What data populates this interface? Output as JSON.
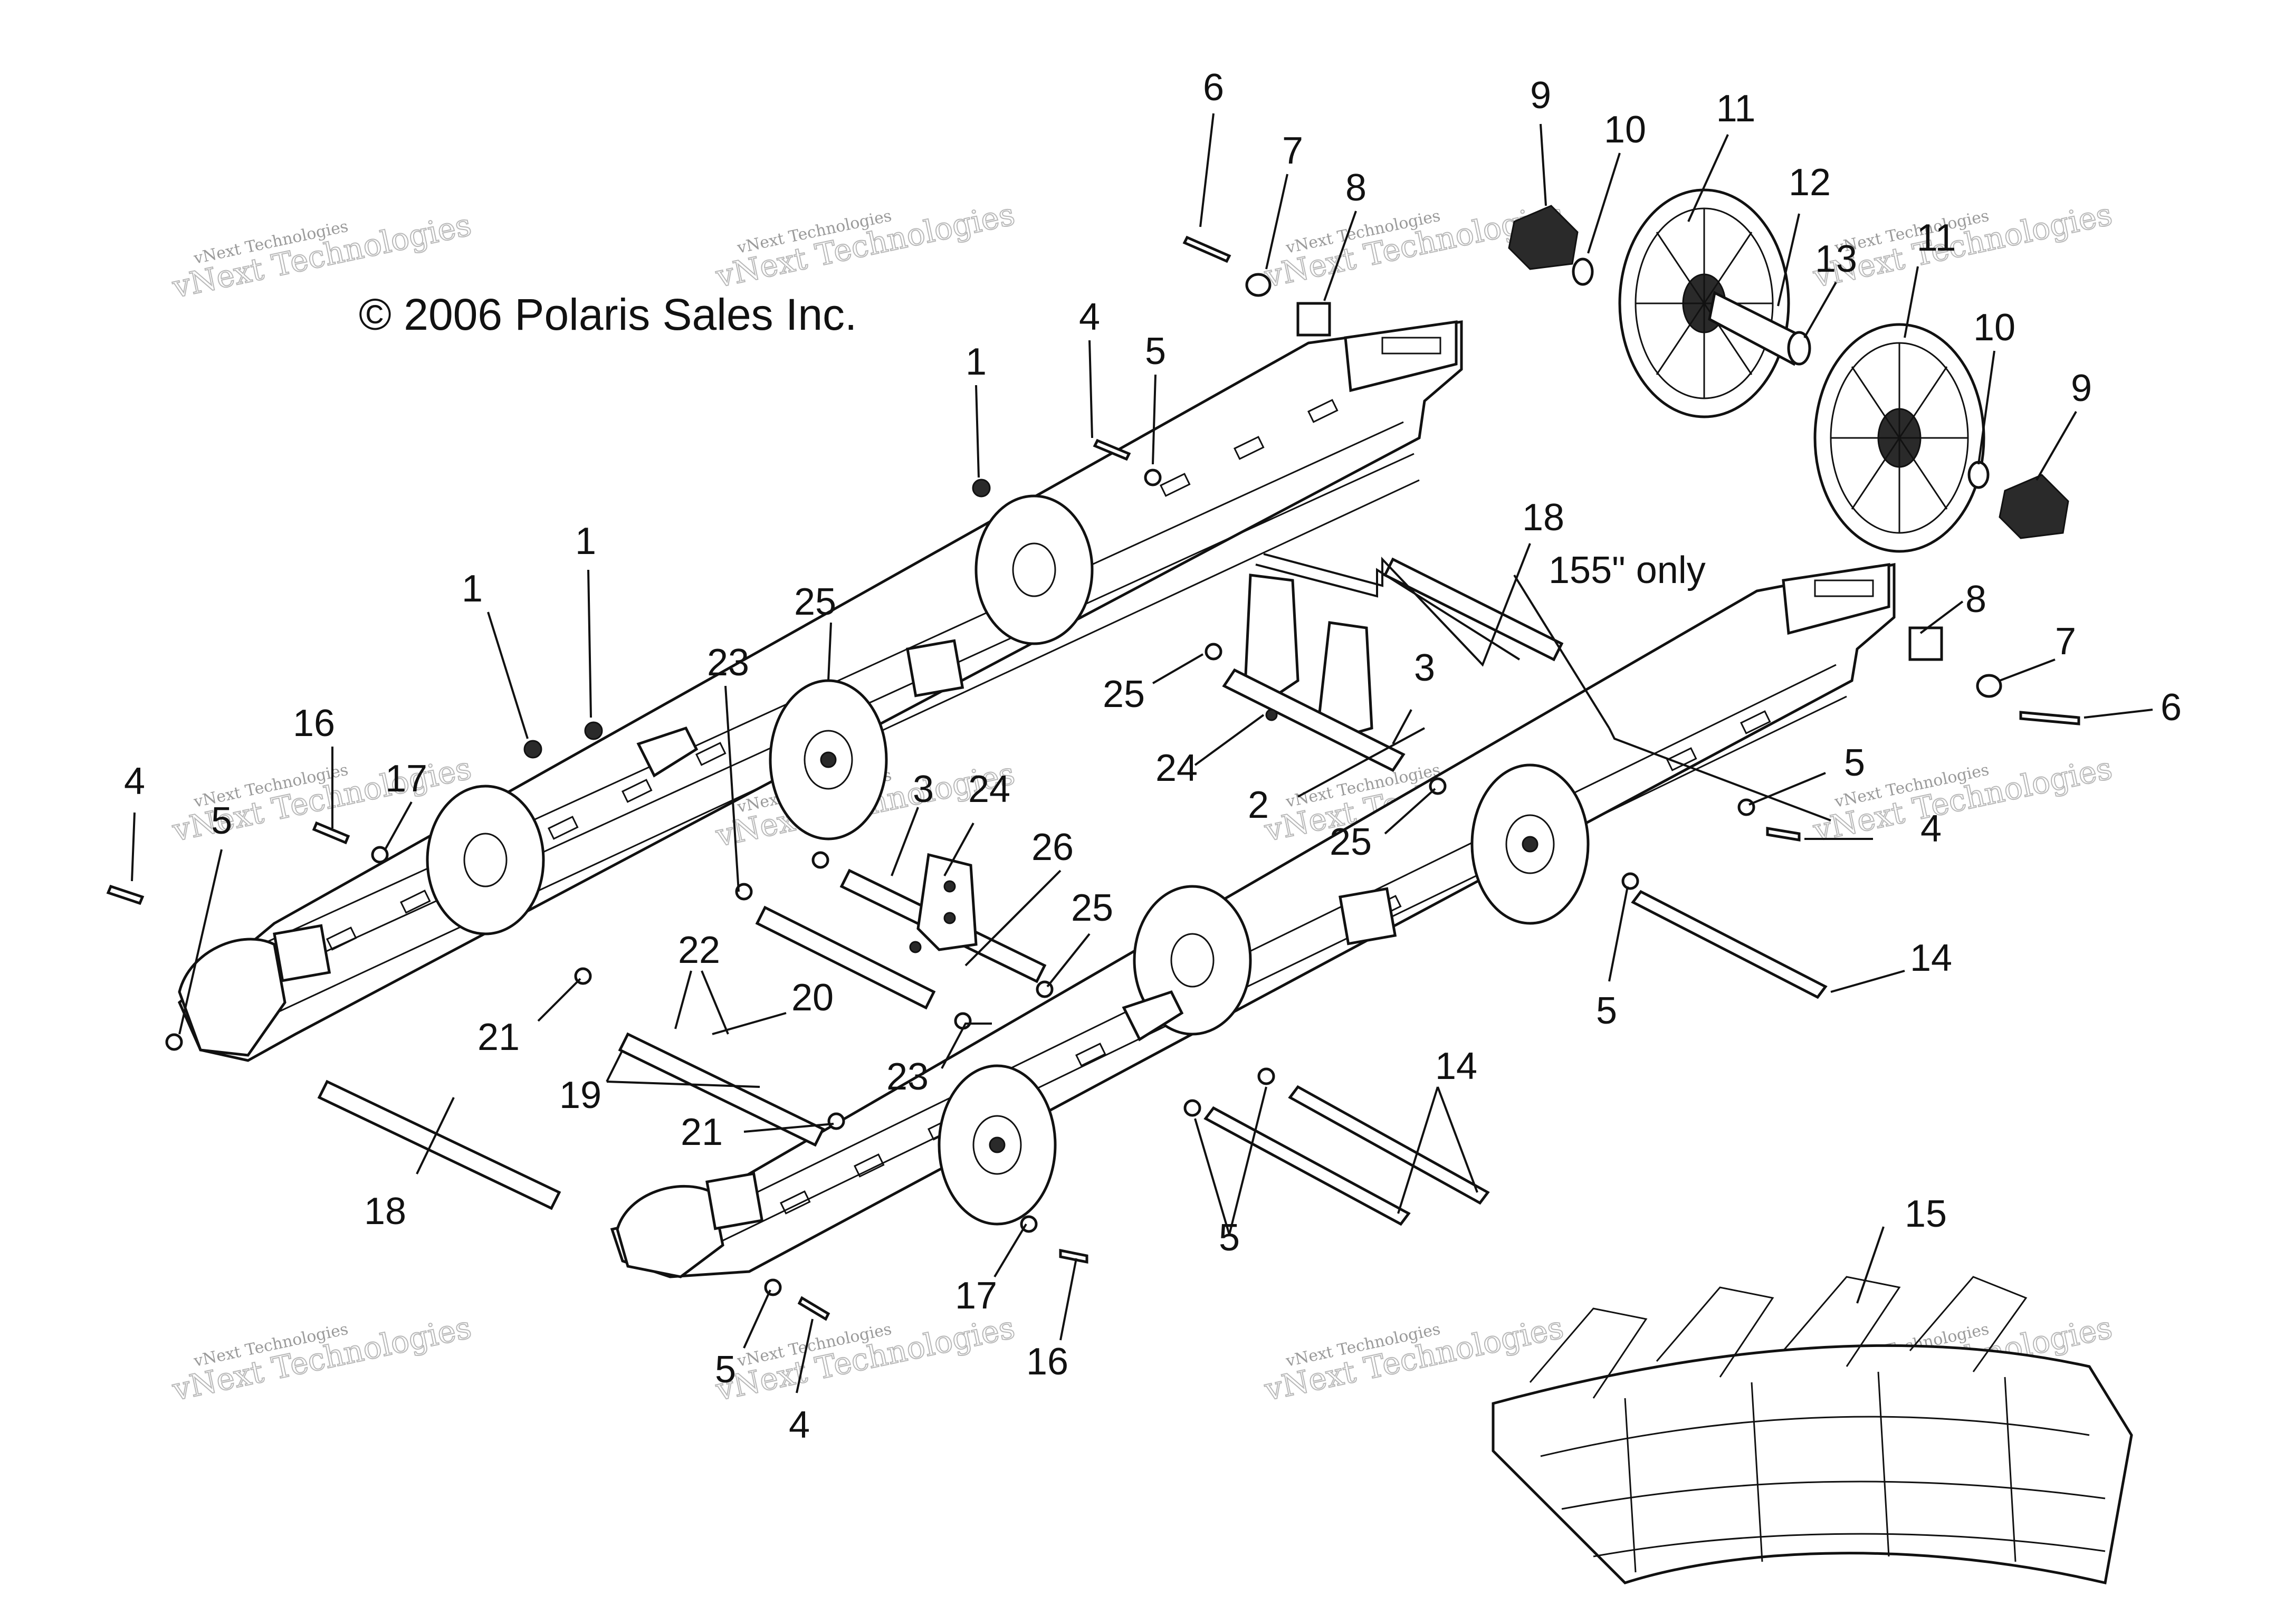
{
  "copyright": "© 2006 Polaris Sales Inc.",
  "note_155": "155\" only",
  "watermark": {
    "line1": "vNext Technologies",
    "line2": "vNext Technologies"
  },
  "callouts": [
    {
      "id": "c6a",
      "label": "6"
    },
    {
      "id": "c7a",
      "label": "7"
    },
    {
      "id": "c8a",
      "label": "8"
    },
    {
      "id": "c9a",
      "label": "9"
    },
    {
      "id": "c10a",
      "label": "10"
    },
    {
      "id": "c11a",
      "label": "11"
    },
    {
      "id": "c12",
      "label": "12"
    },
    {
      "id": "c13",
      "label": "13"
    },
    {
      "id": "c11b",
      "label": "11"
    },
    {
      "id": "c10b",
      "label": "10"
    },
    {
      "id": "c9b",
      "label": "9"
    },
    {
      "id": "c4a",
      "label": "4"
    },
    {
      "id": "c5a",
      "label": "5"
    },
    {
      "id": "c1a",
      "label": "1"
    },
    {
      "id": "c1b",
      "label": "1"
    },
    {
      "id": "c1c",
      "label": "1"
    },
    {
      "id": "c18a",
      "label": "18"
    },
    {
      "id": "c25a",
      "label": "25"
    },
    {
      "id": "c23a",
      "label": "23"
    },
    {
      "id": "c16a",
      "label": "16"
    },
    {
      "id": "c17a",
      "label": "17"
    },
    {
      "id": "c4b",
      "label": "4"
    },
    {
      "id": "c5b",
      "label": "5"
    },
    {
      "id": "c8b",
      "label": "8"
    },
    {
      "id": "c7b",
      "label": "7"
    },
    {
      "id": "c6b",
      "label": "6"
    },
    {
      "id": "c3a",
      "label": "3"
    },
    {
      "id": "c25b",
      "label": "25"
    },
    {
      "id": "c24a",
      "label": "24"
    },
    {
      "id": "c2",
      "label": "2"
    },
    {
      "id": "c25c",
      "label": "25"
    },
    {
      "id": "c5c",
      "label": "5"
    },
    {
      "id": "c4c",
      "label": "4"
    },
    {
      "id": "c3b",
      "label": "3"
    },
    {
      "id": "c24b",
      "label": "24"
    },
    {
      "id": "c26",
      "label": "26"
    },
    {
      "id": "c25d",
      "label": "25"
    },
    {
      "id": "c14a",
      "label": "14"
    },
    {
      "id": "c5d",
      "label": "5"
    },
    {
      "id": "c21a",
      "label": "21"
    },
    {
      "id": "c22",
      "label": "22"
    },
    {
      "id": "c20",
      "label": "20"
    },
    {
      "id": "c19",
      "label": "19"
    },
    {
      "id": "c23b",
      "label": "23"
    },
    {
      "id": "c21b",
      "label": "21"
    },
    {
      "id": "c14b",
      "label": "14"
    },
    {
      "id": "c5e",
      "label": "5"
    },
    {
      "id": "c18b",
      "label": "18"
    },
    {
      "id": "c17b",
      "label": "17"
    },
    {
      "id": "c16b",
      "label": "16"
    },
    {
      "id": "c15",
      "label": "15"
    },
    {
      "id": "c5f",
      "label": "5"
    },
    {
      "id": "c4d",
      "label": "4"
    }
  ]
}
